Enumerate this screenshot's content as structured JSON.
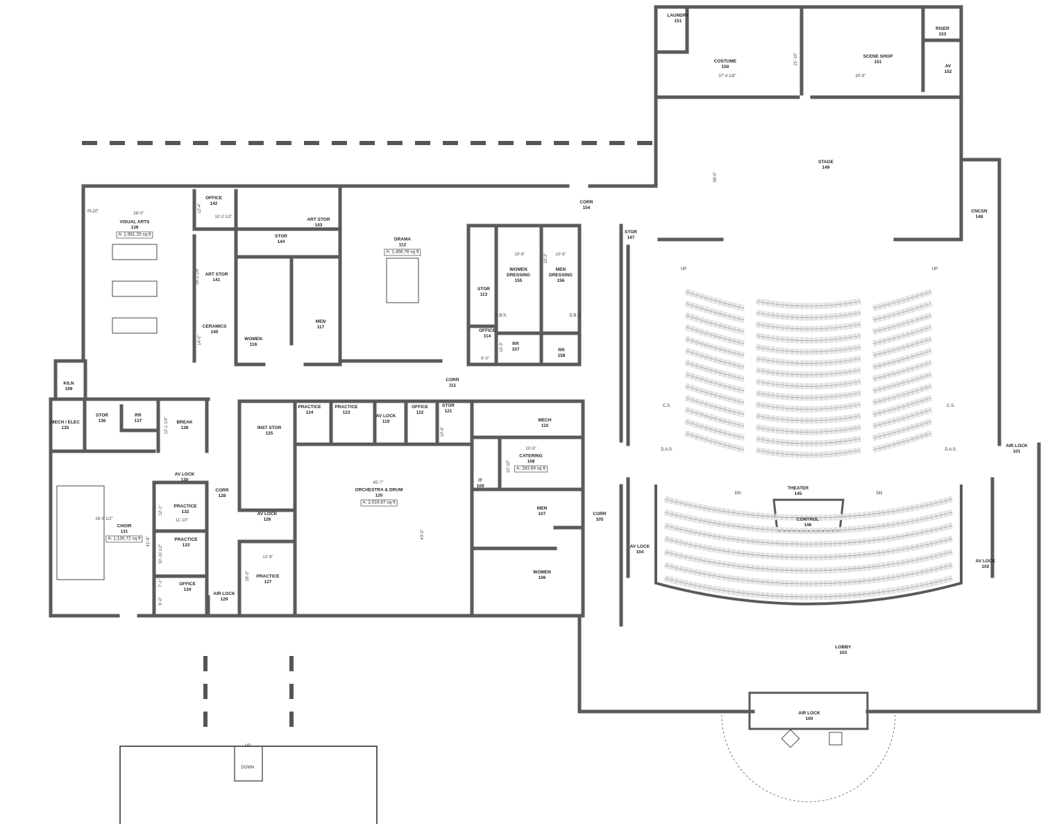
{
  "colors": {
    "wall": "#5a5a5a",
    "seat": "#e2e2e2",
    "line": "#333333"
  },
  "rooms": [
    {
      "name": "LAUNDRY",
      "number": "151"
    },
    {
      "name": "COSTUME",
      "number": "150"
    },
    {
      "name": "SCENE SHOP",
      "number": "151"
    },
    {
      "name": "RISER",
      "number": "153"
    },
    {
      "name": "AV",
      "number": "152"
    },
    {
      "name": "STAGE",
      "number": "149"
    },
    {
      "name": "CNCSN",
      "number": "148"
    },
    {
      "name": "STOR",
      "number": "147"
    },
    {
      "name": "CORR",
      "number": "154"
    },
    {
      "name": "OFFICE",
      "number": "142"
    },
    {
      "name": "ART STOR",
      "number": "143"
    },
    {
      "name": "STOR",
      "number": "144"
    },
    {
      "name": "VISUAL ARTS",
      "number": "139",
      "area": "A: 1,561.25 sq ft"
    },
    {
      "name": "ART STOR",
      "number": "141"
    },
    {
      "name": "CERAMICS",
      "number": "140"
    },
    {
      "name": "WOMEN",
      "number": "116"
    },
    {
      "name": "MEN",
      "number": "117"
    },
    {
      "name": "DRAMA",
      "number": "112",
      "area": "A: 1,456.76 sq ft"
    },
    {
      "name": "STOR",
      "number": "113"
    },
    {
      "name": "WOMEN DRESSING",
      "number": "155"
    },
    {
      "name": "MEN DRESSING",
      "number": "156"
    },
    {
      "name": "OFFICE",
      "number": "114"
    },
    {
      "name": "RR",
      "number": "157"
    },
    {
      "name": "RR",
      "number": "158"
    },
    {
      "name": "CORR",
      "number": "111"
    },
    {
      "name": "KILN",
      "number": "199"
    },
    {
      "name": "MECH / ELEC",
      "number": "135"
    },
    {
      "name": "STOR",
      "number": "136"
    },
    {
      "name": "RR",
      "number": "137"
    },
    {
      "name": "BREAK",
      "number": "138"
    },
    {
      "name": "AV LOCK",
      "number": "130"
    },
    {
      "name": "CORR",
      "number": "128"
    },
    {
      "name": "PRACTICE",
      "number": "132"
    },
    {
      "name": "CHOIR",
      "number": "131",
      "area": "A: 1,135.72 sq ft"
    },
    {
      "name": "PRACTICE",
      "number": "133"
    },
    {
      "name": "OFFICE",
      "number": "134"
    },
    {
      "name": "AIR LOCK",
      "number": "129"
    },
    {
      "name": "INST STOR",
      "number": "125"
    },
    {
      "name": "PRACTICE",
      "number": "124"
    },
    {
      "name": "PRACTICE",
      "number": "123"
    },
    {
      "name": "AV LOCK",
      "number": "119"
    },
    {
      "name": "OFFICE",
      "number": "122"
    },
    {
      "name": "STOR",
      "number": "121"
    },
    {
      "name": "AV LOCK",
      "number": "126"
    },
    {
      "name": "PRACTICE",
      "number": "127"
    },
    {
      "name": "ORCHESTRA & DRUM",
      "number": "120",
      "area": "A: 2,019.67 sq ft"
    },
    {
      "name": "MECH",
      "number": "110"
    },
    {
      "name": "CATERING",
      "number": "108",
      "area": "A: 263.69 sq ft"
    },
    {
      "name": "IT",
      "number": "109"
    },
    {
      "name": "MEN",
      "number": "107"
    },
    {
      "name": "WOMEN",
      "number": "106"
    },
    {
      "name": "CORR",
      "number": "105"
    },
    {
      "name": "THEATER",
      "number": "145"
    },
    {
      "name": "CONTROL",
      "number": "146"
    },
    {
      "name": "AIR LOCK",
      "number": "101"
    },
    {
      "name": "AV LOCK",
      "number": "104"
    },
    {
      "name": "AV LOCK",
      "number": "102"
    },
    {
      "name": "LOBBY",
      "number": "103"
    },
    {
      "name": "AIR LOCK",
      "number": "100"
    }
  ],
  "dimensions": [
    "28'-0\"",
    "10'-2 1/2\"",
    "12'-4\"",
    "18'-1 1/4\"",
    "14'-0\"",
    "10'-6\"",
    "10'-6\"",
    "10'-2\"",
    "10'-3\"",
    "9'-0\"",
    "37'-4 1/8\"",
    "30'-9\"",
    "21'-10\"",
    "38'-0\"",
    "26'-6 1/2\"",
    "11'-10\"",
    "41'-8\"",
    "12'-1\"",
    "10'-10 1/2\"",
    "7'-1\"",
    "9'-0\"",
    "12'-1 1/4\"",
    "12'-9\"",
    "18'-3\"",
    "45'-7\"",
    "43'-0\"",
    "10'-9\"",
    "20'-5\"",
    "12'-10\""
  ],
  "annotations": [
    "PLOT",
    "UP",
    "UP",
    "DN",
    "DN",
    "UP",
    "DOWN",
    "D.B.S.",
    "D.B.S.",
    "C.S.",
    "D.A.S.",
    "C.S.",
    "D.A.S."
  ]
}
